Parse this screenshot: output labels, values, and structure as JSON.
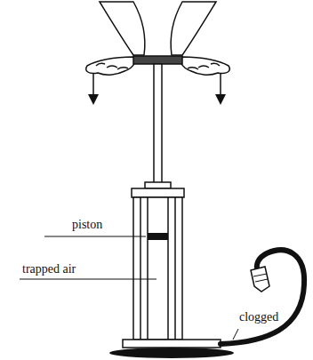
{
  "diagram": {
    "labels": [
      "piston",
      "trapped air",
      "clogged"
    ]
  }
}
